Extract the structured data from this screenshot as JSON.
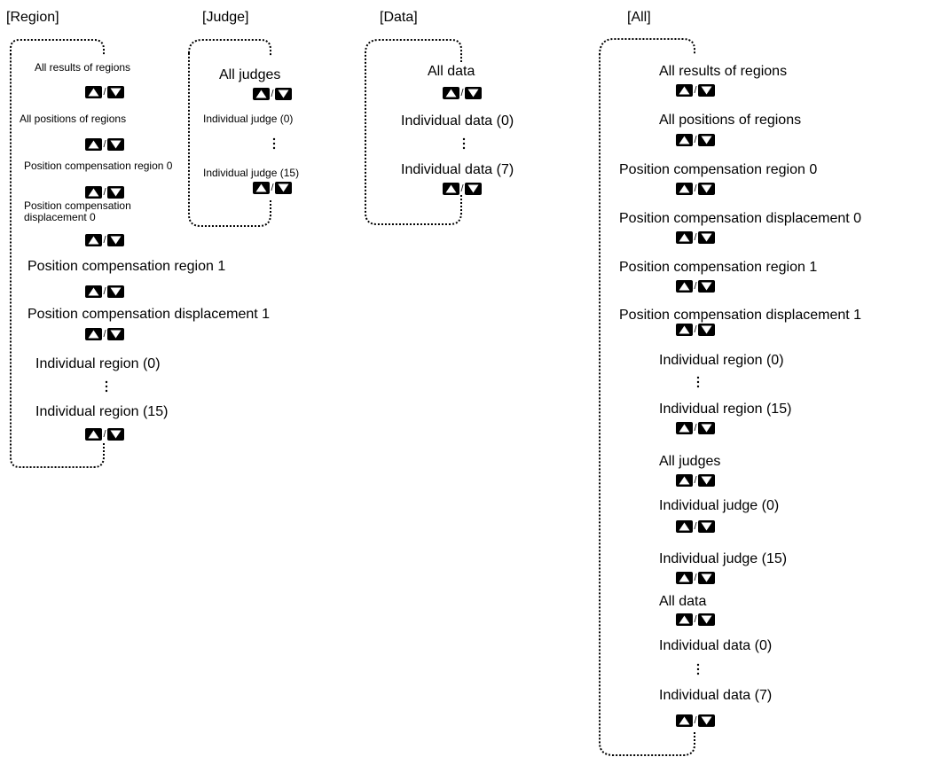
{
  "headers": {
    "region": "[Region]",
    "judge": "[Judge]",
    "data": "[Data]",
    "all": "[All]"
  },
  "region": {
    "all_results": "All results of regions",
    "all_positions": "All positions of regions",
    "pos_comp_region_0": "Position compensation region 0",
    "pos_comp_disp_0": "Position compensation displacement 0",
    "pos_comp_region_1": "Position compensation region 1",
    "pos_comp_disp_1": "Position compensation displacement 1",
    "individual_first": "Individual region (0)",
    "individual_last": "Individual region (15)"
  },
  "judge": {
    "all": "All judges",
    "individual_first": "Individual judge (0)",
    "individual_last": "Individual judge (15)"
  },
  "data": {
    "all": "All data",
    "individual_first": "Individual data (0)",
    "individual_last": "Individual data (7)"
  },
  "all": {
    "all_results": "All results of regions",
    "all_positions": "All positions of regions",
    "pos_comp_region_0": "Position compensation region 0",
    "pos_comp_disp_0": "Position compensation displacement 0",
    "pos_comp_region_1": "Position compensation region 1",
    "pos_comp_disp_1": "Position compensation displacement 1",
    "region_first": "Individual region (0)",
    "region_last": "Individual region (15)",
    "all_judges": "All judges",
    "judge_first": "Individual judge (0)",
    "judge_last": "Individual judge (15)",
    "all_data": "All data",
    "data_first": "Individual data (0)",
    "data_last": "Individual data (7)"
  },
  "key_separator": "/",
  "icons": {
    "up": "up-arrow-key-icon",
    "down": "down-arrow-key-icon",
    "ellipsis": "vertical-ellipsis-icon"
  }
}
